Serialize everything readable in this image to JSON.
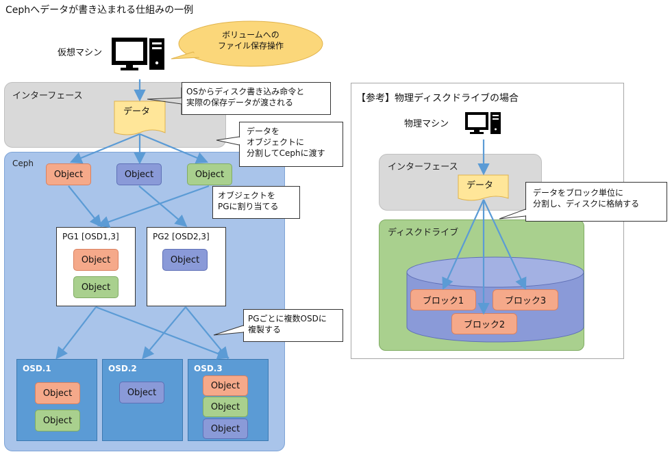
{
  "title": "Cephへデータが書き込まれる仕組みの一例",
  "left": {
    "vm_label": "仮想マシン",
    "bubble_text": "ボリュームへの\nファイル保存操作",
    "interface_label": "インターフェース",
    "data_label": "データ",
    "callout_os": "OSからディスク書き込み命令と\n実際の保存データが渡される",
    "ceph_label": "Ceph",
    "callout_split": "データを\nオブジェクトに\n分割してCephに渡す",
    "objects": [
      "Object",
      "Object",
      "Object"
    ],
    "callout_assign": "オブジェクトを\nPGに割り当てる",
    "pg1": {
      "label": "PG1 [OSD1,3]",
      "objects": [
        "Object",
        "Object"
      ]
    },
    "pg2": {
      "label": "PG2 [OSD2,3]",
      "objects": [
        "Object"
      ]
    },
    "callout_replicate": "PGごとに複数OSDに\n複製する",
    "osd1": {
      "label": "OSD.1",
      "objects": [
        "Object",
        "Object"
      ]
    },
    "osd2": {
      "label": "OSD.2",
      "objects": [
        "Object"
      ]
    },
    "osd3": {
      "label": "OSD.3",
      "objects": [
        "Object",
        "Object",
        "Object"
      ]
    }
  },
  "right": {
    "heading": "【参考】物理ディスクドライブの場合",
    "pm_label": "物理マシン",
    "interface_label": "インターフェース",
    "data_label": "データ",
    "callout": "データをブロック単位に\n分割し、ディスクに格納する",
    "disk_label": "ディスクドライブ",
    "blocks": [
      "ブロック1",
      "ブロック3",
      "ブロック2"
    ]
  },
  "colors": {
    "orange": "#f5a98a",
    "blue": "#8a9ad8",
    "green": "#a9d08e",
    "ceph_bg": "#a9c4ea",
    "osd_bg": "#5b9bd5",
    "arrow": "#5b9bd5",
    "interface_bg": "#d9d9d9",
    "data_note": "#ffe699",
    "bubble": "#fbd77a"
  }
}
